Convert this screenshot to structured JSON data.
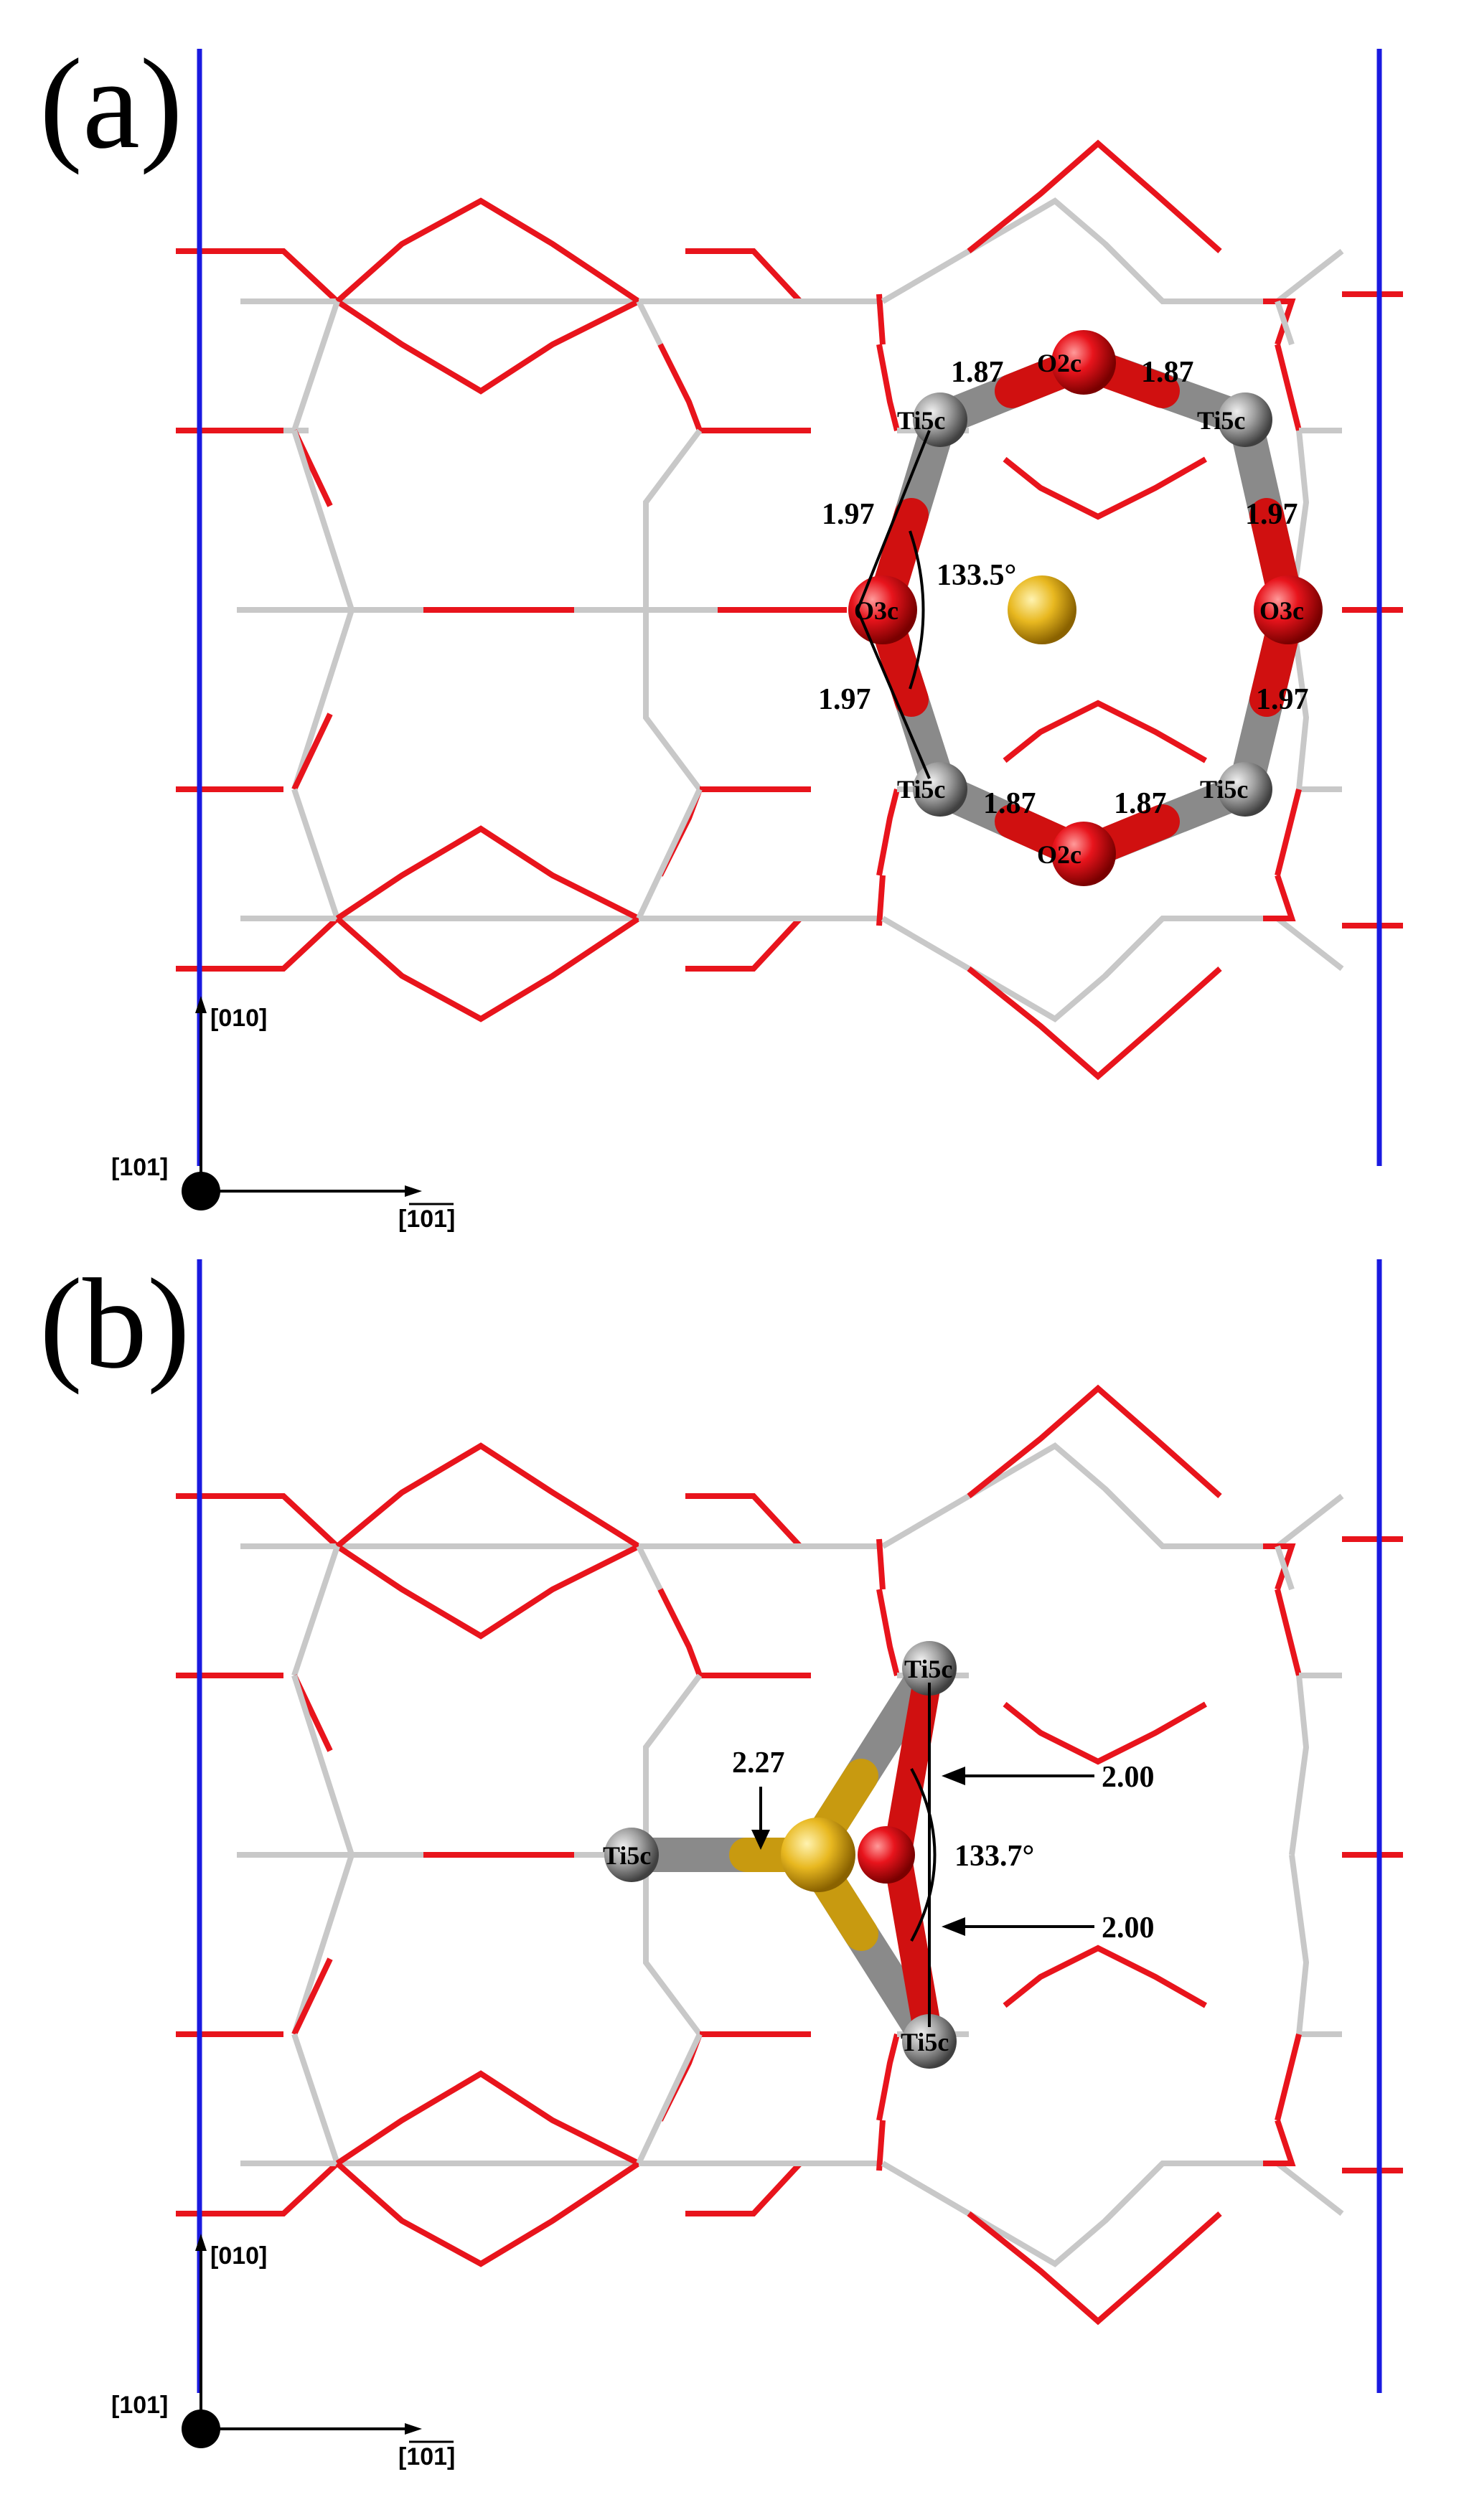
{
  "panels": [
    {
      "label": "(a)",
      "atom_labels": [
        "O2c",
        "Ti5c",
        "Ti5c",
        "O3c",
        "O3c",
        "Ti5c",
        "Ti5c",
        "O2c"
      ],
      "distances": [
        "1.87",
        "1.87",
        "1.97",
        "1.97",
        "1.97",
        "1.97",
        "1.87",
        "1.87"
      ],
      "angle": "133.5°",
      "axes": {
        "up": "[010]",
        "origin": "[101]",
        "right": "[101]"
      }
    },
    {
      "label": "(b)",
      "atom_labels": [
        "Ti5c",
        "Ti5c",
        "Ti5c"
      ],
      "distances": [
        "2.27",
        "2.00",
        "2.00"
      ],
      "angle": "133.7°",
      "axes": {
        "up": "[010]",
        "origin": "[101]",
        "right": "[101]"
      }
    }
  ],
  "colors": {
    "oxygen": "#e8141c",
    "titanium_bond": "#c8c8c8",
    "titanium_atom": "#9a9a9a",
    "gold": "#e8b820",
    "cell_edge": "#1a1ae0"
  }
}
